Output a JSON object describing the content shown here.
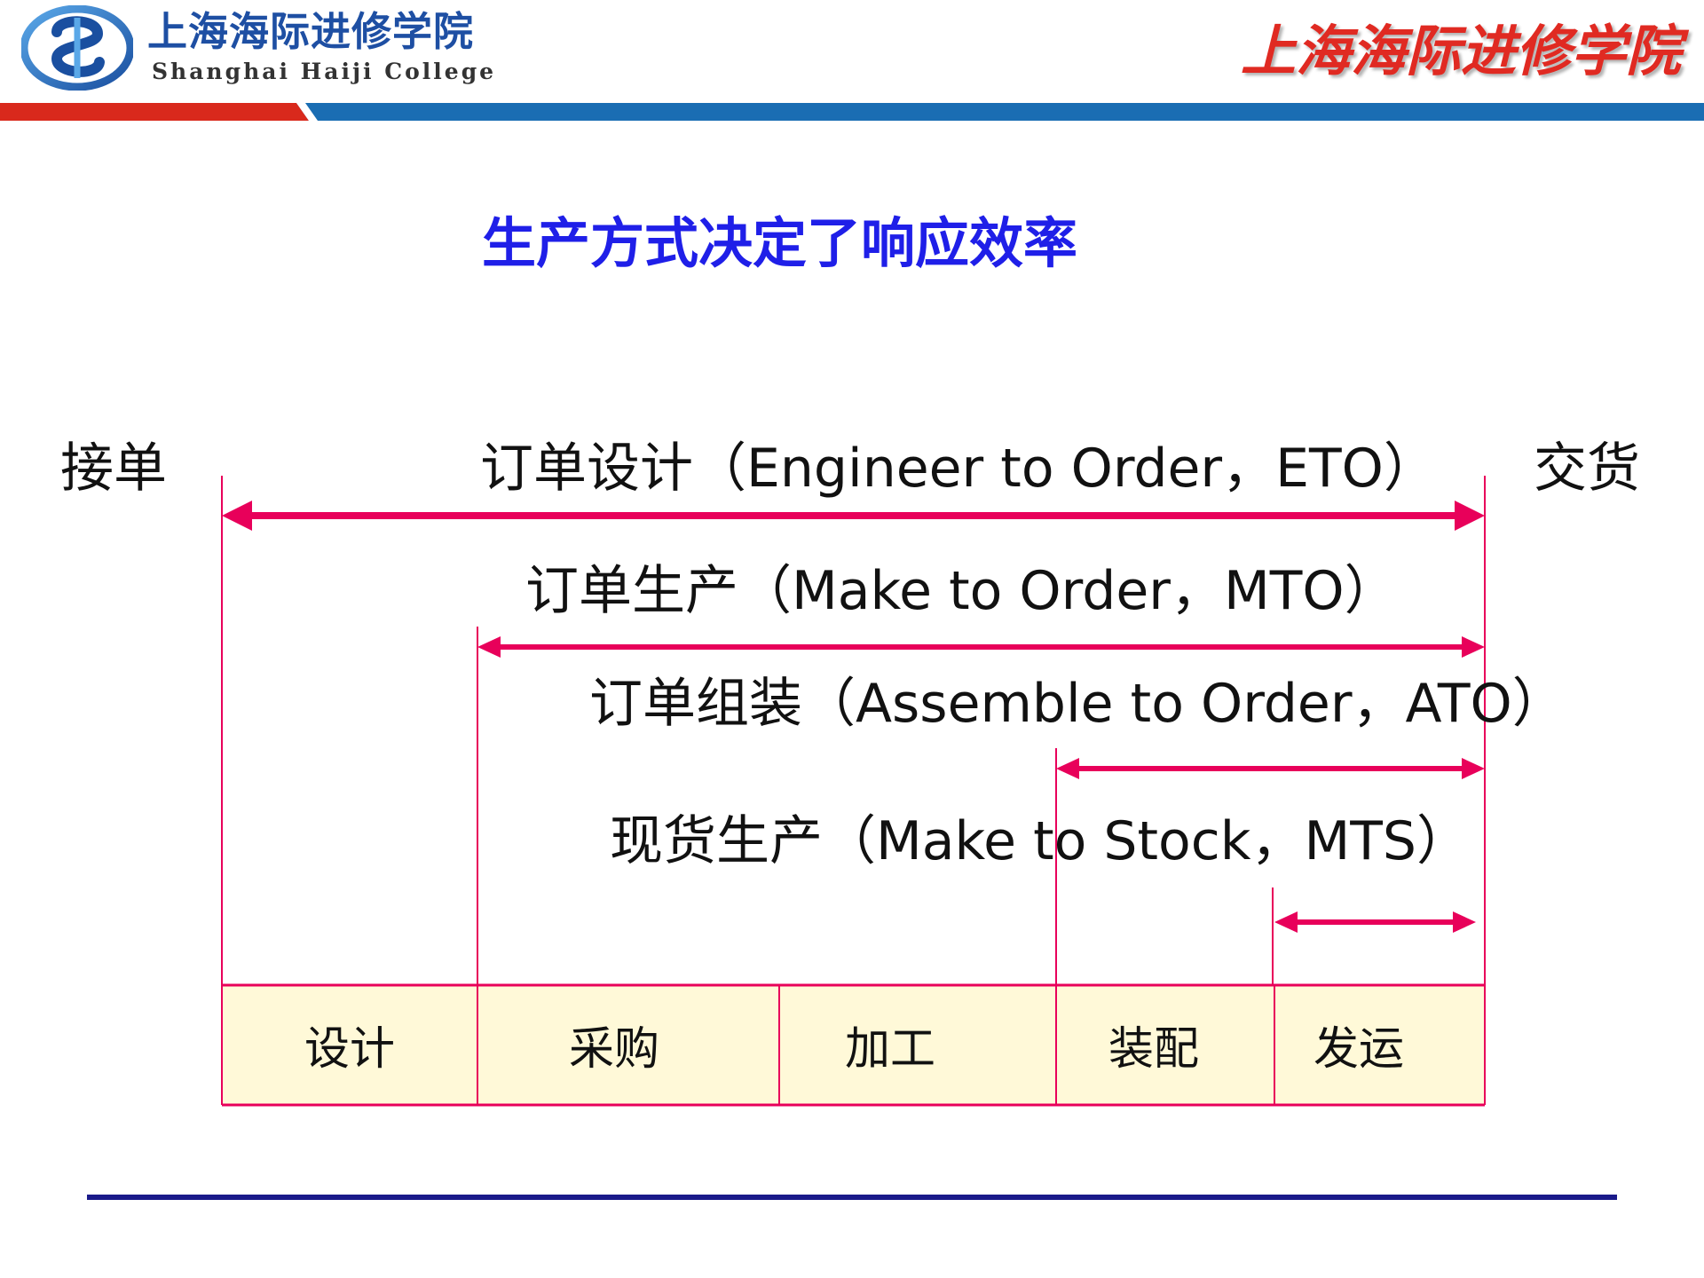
{
  "header": {
    "brand_cn": "上海海际进修学院",
    "brand_en": "Shanghai Haiji College",
    "brand_right": "上海海际进修学院"
  },
  "slide": {
    "title": "生产方式决定了响应效率"
  },
  "diagram": {
    "start_label": "接单",
    "end_label": "交货",
    "modes": [
      {
        "label": "订单设计（Engineer to Order，ETO）",
        "from_stage": 0
      },
      {
        "label": "订单生产（Make to Order，MTO）",
        "from_stage": 1
      },
      {
        "label": "订单组装（Assemble to Order，ATO）",
        "from_stage": 3
      },
      {
        "label": "现货生产（Make to Stock，MTS）",
        "from_stage": 4
      }
    ],
    "stages": [
      "设计",
      "采购",
      "加工",
      "装配",
      "发运"
    ]
  },
  "colors": {
    "arrow": "#e8005a",
    "stage_fill": "#fff9d8",
    "title": "#1f1fe8",
    "brand_blue": "#1e4fa3",
    "brand_red": "#e02a22",
    "footer_line": "#1a1a8a"
  }
}
